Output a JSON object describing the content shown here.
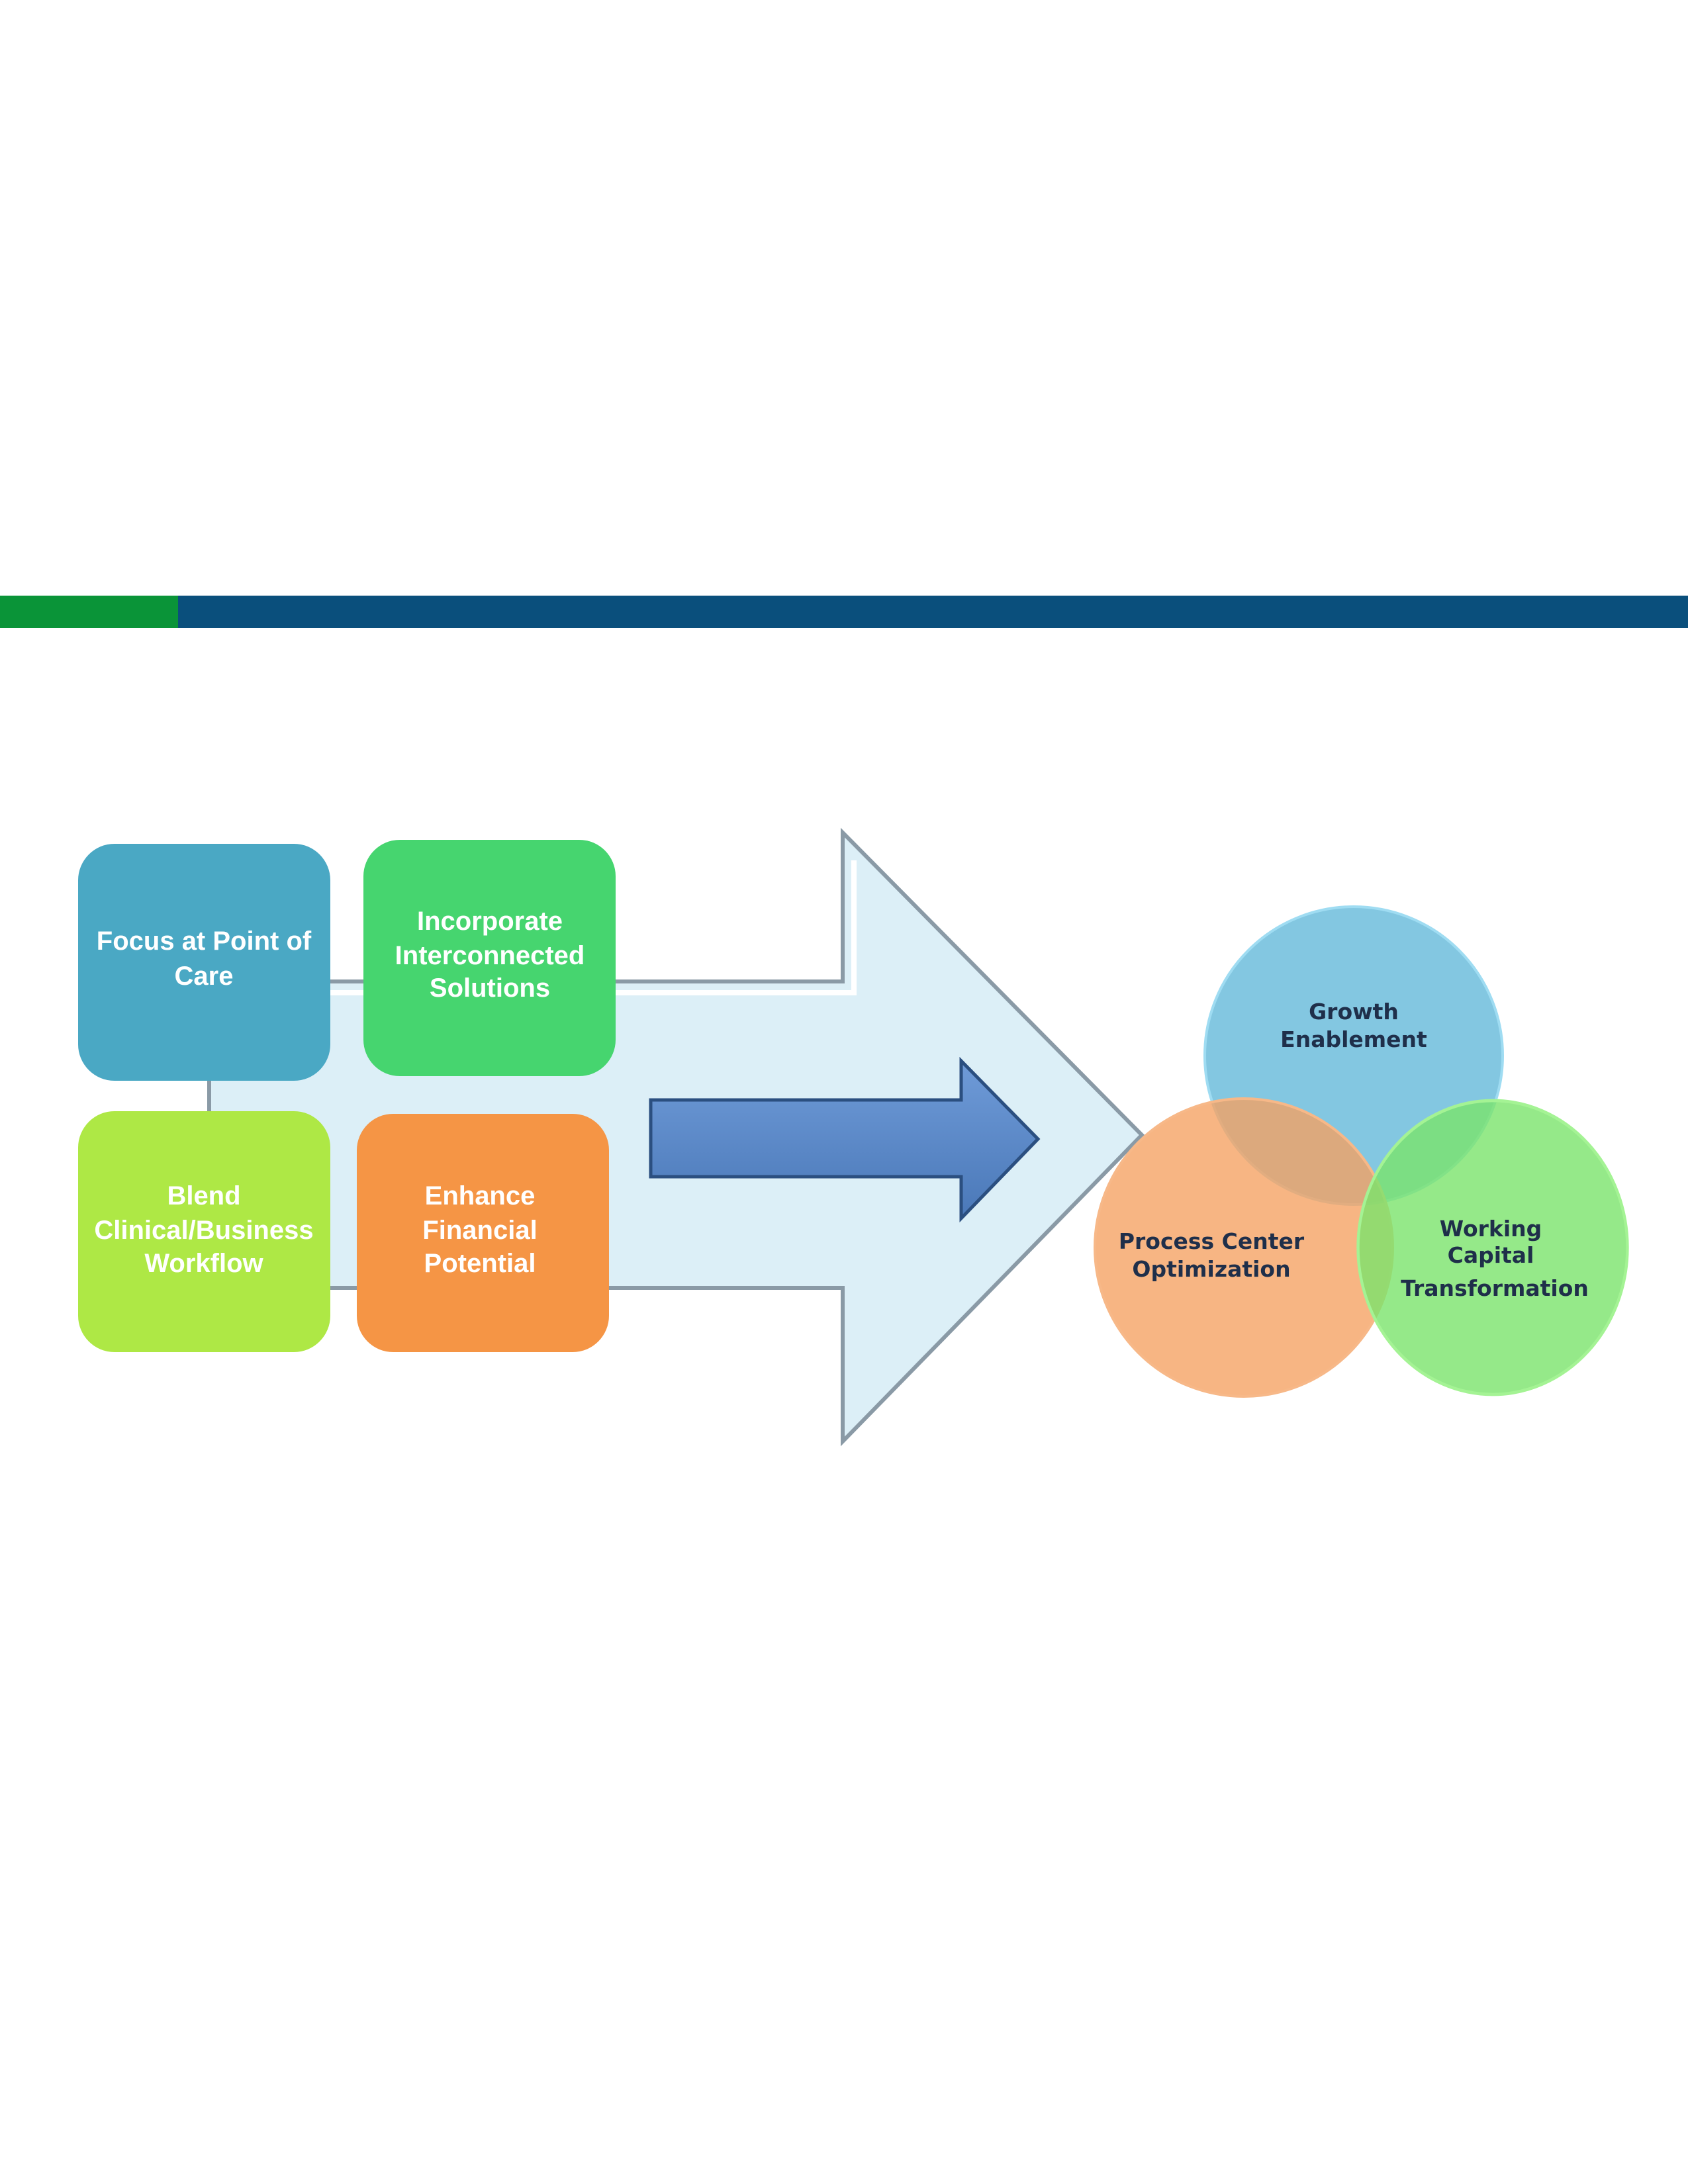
{
  "colors": {
    "header_green": "#0a9438",
    "header_blue": "#0a4f7c",
    "box_blue": "#4aa8c4",
    "box_green": "#46d56f",
    "box_lime": "#aee845",
    "box_orange": "#f59545",
    "big_arrow_fill": "#dceff7",
    "inner_arrow": "#5a8acb",
    "circle_blue": "#7cc4df",
    "circle_orange": "#f5b07a",
    "circle_green": "#86e77a"
  },
  "inputs": {
    "box1": [
      "Focus at Point of",
      "Care"
    ],
    "box2": [
      "Incorporate",
      "Interconnected",
      "Solutions"
    ],
    "box3": [
      "Blend",
      "Clinical/Business",
      "Workflow"
    ],
    "box4": [
      "Enhance",
      "Financial",
      "Potential"
    ]
  },
  "outcomes": {
    "growth": [
      "Growth",
      "Enablement"
    ],
    "process": [
      "Process Center",
      "Optimization"
    ],
    "working": [
      "Working",
      "Capital",
      "Transformation"
    ]
  }
}
